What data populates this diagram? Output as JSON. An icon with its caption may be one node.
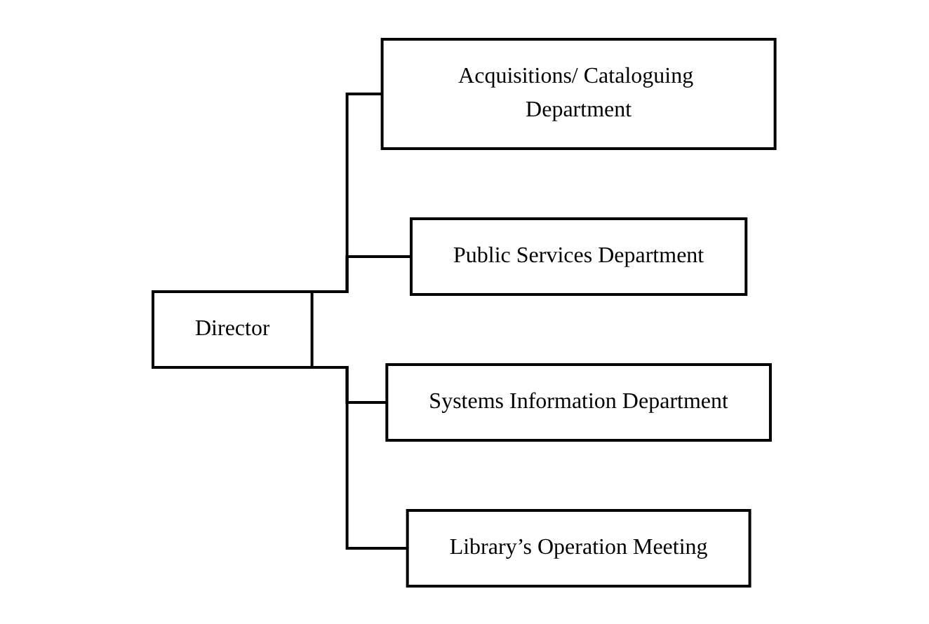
{
  "diagram": {
    "nodes": [
      {
        "text": [
          "Director"
        ]
      },
      {
        "text": [
          "Acquisitions/ Cataloguing Department"
        ]
      },
      {
        "text": [
          "Public Services Department"
        ]
      },
      {
        "text": [
          "Systems Information Department"
        ]
      },
      {
        "text": [
          "Library’s Operation Meeting"
        ]
      }
    ],
    "edges": [
      {
        "from": 0,
        "to": 1,
        "arrow": "none"
      },
      {
        "from": 0,
        "to": 2,
        "arrow": "none"
      },
      {
        "from": 0,
        "to": 3,
        "arrow": "none"
      },
      {
        "from": 0,
        "to": 4,
        "arrow": "none"
      }
    ]
  }
}
